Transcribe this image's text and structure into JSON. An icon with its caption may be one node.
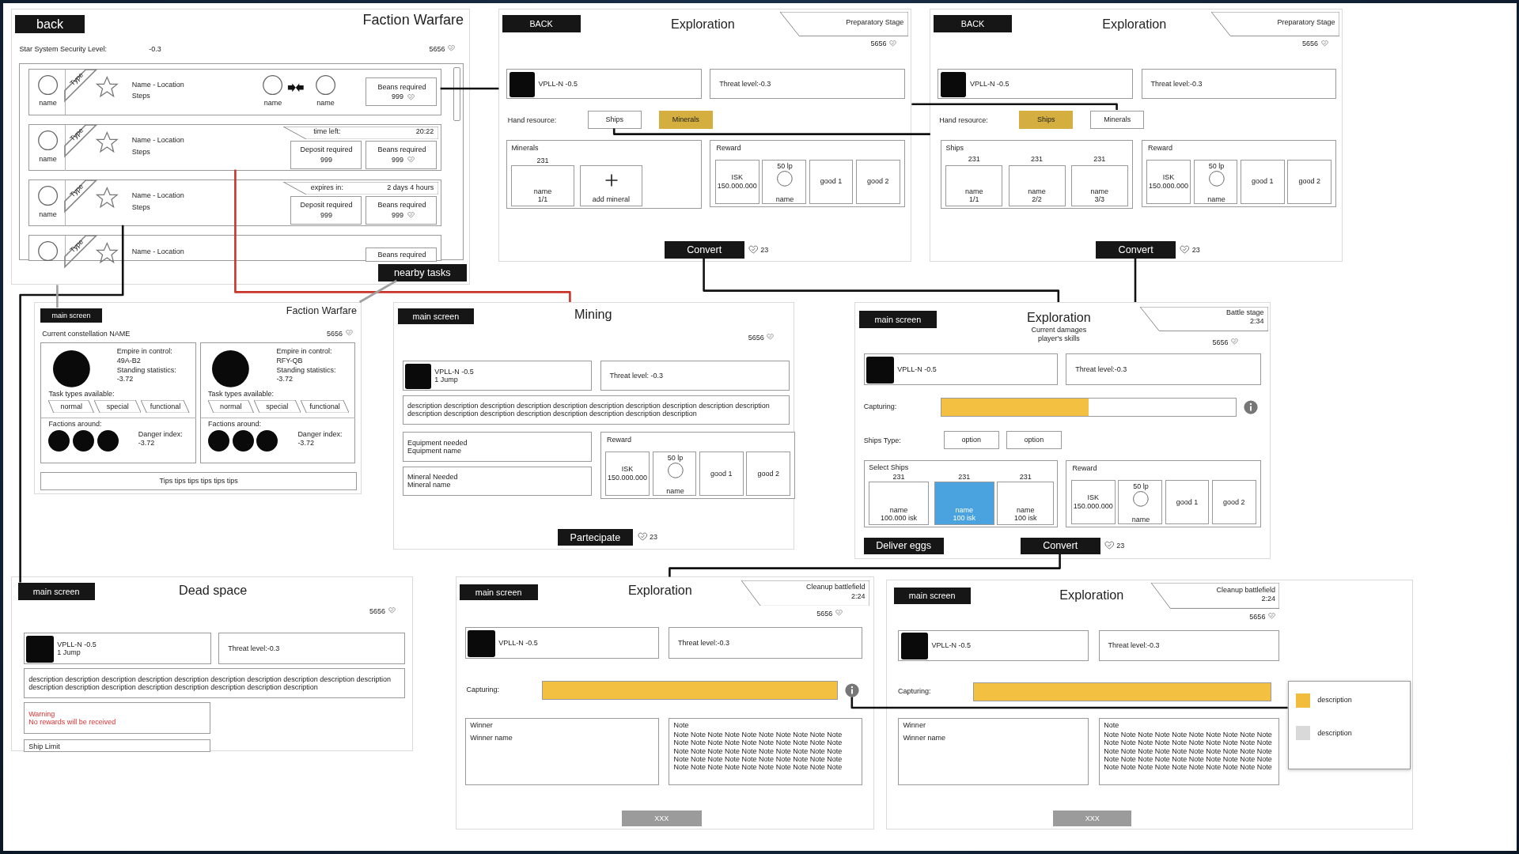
{
  "diagram": {
    "nodes": [
      {
        "text": [
          "Faction Warfare",
          "Star System Security Level:",
          "-0.3",
          "5656"
        ]
      },
      {
        "text": [
          "back"
        ],
        "in": 0
      },
      {
        "text": [],
        "shape": "box",
        "in": 0
      },
      {
        "text": [
          "name",
          "Type",
          "Name - Location",
          "Steps",
          "name",
          "name"
        ],
        "in": 2
      },
      {
        "text": [
          "Beans required",
          "999"
        ],
        "in": 3
      },
      {
        "text": [
          "name",
          "Type",
          "Name - Location",
          "Steps"
        ],
        "in": 2
      },
      {
        "text": [
          "time left:",
          "20:22"
        ],
        "in": 5
      },
      {
        "text": [
          "Deposit required",
          "999"
        ],
        "in": 5
      },
      {
        "text": [
          "Beans required",
          "999"
        ],
        "in": 5
      },
      {
        "text": [
          "name",
          "Type",
          "Name - Location",
          "Steps"
        ],
        "in": 2
      },
      {
        "text": [
          "expires in:",
          "2 days 4 hours"
        ],
        "in": 9
      },
      {
        "text": [
          "Deposit required",
          "999"
        ],
        "in": 9
      },
      {
        "text": [
          "Beans required",
          "999"
        ],
        "in": 9
      },
      {
        "text": [
          "Type",
          "Name - Location"
        ],
        "in": 2
      },
      {
        "text": [
          "Beans required"
        ],
        "in": 13
      },
      {
        "text": [
          "nearby tasks"
        ],
        "in": 0
      },
      {
        "text": [
          "Exploration",
          "5656",
          "Hand resource:"
        ]
      },
      {
        "text": [
          "BACK"
        ],
        "in": 16
      },
      {
        "text": [
          "Preparatory Stage"
        ],
        "in": 16
      },
      {
        "text": [
          "VPLL-N -0.5"
        ],
        "in": 16
      },
      {
        "text": [
          "Threat level:-0.3"
        ],
        "in": 16
      },
      {
        "text": [
          "Ships"
        ],
        "in": 16
      },
      {
        "text": [
          "Minerals"
        ],
        "in": 16
      },
      {
        "text": [
          "Minerals",
          "231"
        ],
        "in": 16
      },
      {
        "text": [
          "name",
          "1/1"
        ],
        "in": 23
      },
      {
        "text": [
          "add mineral"
        ],
        "in": 23
      },
      {
        "text": [
          "Reward"
        ],
        "in": 16
      },
      {
        "text": [
          "ISK",
          "150.000.000"
        ],
        "in": 26
      },
      {
        "text": [
          "50 lp",
          "name"
        ],
        "in": 26
      },
      {
        "text": [
          "good 1"
        ],
        "in": 26
      },
      {
        "text": [
          "good 2"
        ],
        "in": 26
      },
      {
        "text": [
          "Convert"
        ],
        "beside": [
          "23"
        ],
        "in": 16
      },
      {
        "text": [
          "Exploration",
          "5656",
          "Hand resource:"
        ]
      },
      {
        "text": [
          "BACK"
        ],
        "in": 32
      },
      {
        "text": [
          "Preparatory Stage"
        ],
        "in": 32
      },
      {
        "text": [
          "VPLL-N -0.5"
        ],
        "in": 32
      },
      {
        "text": [
          "Threat level:-0.3"
        ],
        "in": 32
      },
      {
        "text": [
          "Ships"
        ],
        "in": 32
      },
      {
        "text": [
          "Minerals"
        ],
        "in": 32
      },
      {
        "text": [
          "Ships",
          "231",
          "231",
          "231"
        ],
        "in": 32
      },
      {
        "text": [
          "name",
          "1/1"
        ],
        "in": 39
      },
      {
        "text": [
          "name",
          "2/2"
        ],
        "in": 39
      },
      {
        "text": [
          "name",
          "3/3"
        ],
        "in": 39
      },
      {
        "text": [
          "Reward"
        ],
        "in": 32
      },
      {
        "text": [
          "ISK",
          "150.000.000"
        ],
        "in": 43
      },
      {
        "text": [
          "50 lp",
          "name"
        ],
        "in": 43
      },
      {
        "text": [
          "good 1"
        ],
        "in": 43
      },
      {
        "text": [
          "good 2"
        ],
        "in": 43
      },
      {
        "text": [
          "Convert"
        ],
        "beside": [
          "23"
        ],
        "in": 32
      },
      {
        "text": [
          "Faction Warfare",
          "Current constellation NAME",
          "5656"
        ]
      },
      {
        "text": [
          "main screen"
        ],
        "in": 49
      },
      {
        "text": [
          "Empire in control:",
          "49A-B2",
          "Standing statistics:",
          "-3.72",
          "Task types available:",
          "Factions around:",
          "Danger index:",
          "-3.72"
        ],
        "in": 49
      },
      {
        "text": [
          "normal"
        ],
        "in": 51
      },
      {
        "text": [
          "special"
        ],
        "in": 51
      },
      {
        "text": [
          "functional"
        ],
        "in": 51
      },
      {
        "text": [
          "Empire in control:",
          "RFY-QB",
          "Standing statistics:",
          "-3.72",
          "Task types available:",
          "Factions around:",
          "Danger index:",
          "-3.72"
        ],
        "in": 49
      },
      {
        "text": [
          "normal"
        ],
        "in": 55
      },
      {
        "text": [
          "special"
        ],
        "in": 55
      },
      {
        "text": [
          "functional"
        ],
        "in": 55
      },
      {
        "text": [
          "Tips tips tips tips tips tips"
        ],
        "in": 49
      },
      {
        "text": [
          "Exploration",
          "Current damages",
          "player's skills",
          "5656",
          "Capturing:",
          "Ships Type:"
        ]
      },
      {
        "text": [
          "main screen"
        ],
        "in": 60
      },
      {
        "text": [
          "Battle stage",
          "2:34"
        ],
        "in": 60
      },
      {
        "text": [
          "VPLL-N -0.5"
        ],
        "in": 60
      },
      {
        "text": [
          "Threat level:-0.3"
        ],
        "in": 60
      },
      {
        "text": [],
        "shape": "bar",
        "in": 60
      },
      {
        "text": [
          "option"
        ],
        "in": 60
      },
      {
        "text": [
          "option"
        ],
        "in": 60
      },
      {
        "text": [
          "Select Ships",
          "231",
          "231",
          "231"
        ],
        "in": 60
      },
      {
        "text": [
          "name",
          "100.000 isk"
        ],
        "in": 68
      },
      {
        "text": [
          "name",
          "100 isk"
        ],
        "in": 68
      },
      {
        "text": [
          "name",
          "100 isk"
        ],
        "in": 68
      },
      {
        "text": [
          "Reward"
        ],
        "in": 60
      },
      {
        "text": [
          "ISK",
          "150.000.000"
        ],
        "in": 72
      },
      {
        "text": [
          "50 lp",
          "name"
        ],
        "in": 72
      },
      {
        "text": [
          "good 1"
        ],
        "in": 72
      },
      {
        "text": [
          "good 2"
        ],
        "in": 72
      },
      {
        "text": [
          "Deliver eggs"
        ],
        "in": 60
      },
      {
        "text": [
          "Convert"
        ],
        "beside": [
          "23"
        ],
        "in": 60
      },
      {
        "text": [
          "Exploration",
          "5656",
          "Capturing:"
        ]
      },
      {
        "text": [
          "main screen"
        ],
        "in": 79
      },
      {
        "text": [
          "Cleanup battlefield",
          "2:24"
        ],
        "in": 79
      },
      {
        "text": [
          "VPLL-N -0.5"
        ],
        "in": 79
      },
      {
        "text": [
          "Threat level:-0.3"
        ],
        "in": 79
      },
      {
        "text": [],
        "shape": "bar",
        "in": 79
      },
      {
        "text": [],
        "shape": "circle",
        "in": 79
      },
      {
        "text": [
          "Winner",
          "Winner name"
        ],
        "in": 79
      },
      {
        "text": [
          "Note",
          "Note Note Note Note Note Note Note Note Note Note Note Note Note Note Note Note Note Note Note Note Note Note Note Note Note Note Note Note Note Note Note Note Note Note Note Note Note Note Note Note Note Note Note Note Note Note Note Note Note Note"
        ],
        "in": 79
      },
      {
        "text": [
          "XXX"
        ],
        "in": 79
      },
      {
        "text": [
          "Exploration",
          "5656",
          "Capturing:"
        ]
      },
      {
        "text": [
          "main screen"
        ],
        "in": 89
      },
      {
        "text": [
          "Cleanup battlefield",
          "2:24"
        ],
        "in": 89
      },
      {
        "text": [
          "VPLL-N -0.5"
        ],
        "in": 89
      },
      {
        "text": [
          "Threat level:-0.3"
        ],
        "in": 89
      },
      {
        "text": [],
        "shape": "bar",
        "in": 89
      },
      {
        "text": [
          "description",
          "description"
        ],
        "in": 89
      },
      {
        "text": [
          "Winner",
          "Winner name"
        ],
        "in": 89
      },
      {
        "text": [
          "Note",
          "Note Note Note Note Note Note Note Note Note Note Note Note Note Note Note Note Note Note Note Note Note Note Note Note Note Note Note Note Note Note Note Note Note Note Note Note Note Note Note Note Note Note Note Note Note Note Note Note Note Note"
        ],
        "in": 89
      },
      {
        "text": [
          "XXX"
        ],
        "in": 89
      },
      {
        "text": [
          "Mining",
          "5656"
        ]
      },
      {
        "text": [
          "main screen"
        ],
        "in": 99
      },
      {
        "text": [
          "VPLL-N -0.5",
          "1 Jump"
        ],
        "in": 99
      },
      {
        "text": [
          "Threat level: -0.3"
        ],
        "in": 99
      },
      {
        "text": [
          "description description description description description description description description description description description description description description description description description description"
        ],
        "in": 99
      },
      {
        "text": [
          "Equipment needed",
          "Equipment name"
        ],
        "in": 99
      },
      {
        "text": [
          "Mineral Needed",
          "Mineral name"
        ],
        "in": 99
      },
      {
        "text": [
          "Reward"
        ],
        "in": 99
      },
      {
        "text": [
          "ISK",
          "150.000.000"
        ],
        "in": 106
      },
      {
        "text": [
          "50 lp",
          "name"
        ],
        "in": 106
      },
      {
        "text": [
          "good 1"
        ],
        "in": 106
      },
      {
        "text": [
          "good 2"
        ],
        "in": 106
      },
      {
        "text": [
          "Partecipate"
        ],
        "beside": [
          "23"
        ],
        "in": 99
      },
      {
        "text": [
          "Dead space",
          "5656"
        ]
      },
      {
        "text": [
          "main screen"
        ],
        "in": 112
      },
      {
        "text": [
          "VPLL-N -0.5",
          "1 Jump"
        ],
        "in": 112
      },
      {
        "text": [
          "Threat level:-0.3"
        ],
        "in": 112
      },
      {
        "text": [
          "description description description description description description description description description description description description description description description description description description"
        ],
        "in": 112
      },
      {
        "text": [
          "Warning",
          "No rewards will be received"
        ],
        "in": 112
      },
      {
        "text": [
          "Ship Limit"
        ],
        "in": 112
      }
    ],
    "edges": [
      {
        "from": 3,
        "to": 16,
        "arrow": "none"
      },
      {
        "from": 21,
        "to": 32,
        "arrow": "none"
      },
      {
        "from": 38,
        "to": 16,
        "arrow": "none"
      },
      {
        "from": 31,
        "to": 60,
        "arrow": "none"
      },
      {
        "from": 48,
        "to": 60,
        "arrow": "none"
      },
      {
        "from": 78,
        "to": 79,
        "arrow": "none"
      },
      {
        "from": 85,
        "to": 95,
        "arrow": "none"
      },
      {
        "from": 5,
        "to": 99,
        "arrow": "none",
        "color": "#c8352b"
      },
      {
        "from": 9,
        "to": 113,
        "arrow": "none"
      },
      {
        "from": 15,
        "to": 49,
        "arrow": "none",
        "color": "#a0a0a0"
      },
      {
        "from": 50,
        "to": 0,
        "arrow": "none",
        "color": "#a0a0a0"
      }
    ]
  }
}
